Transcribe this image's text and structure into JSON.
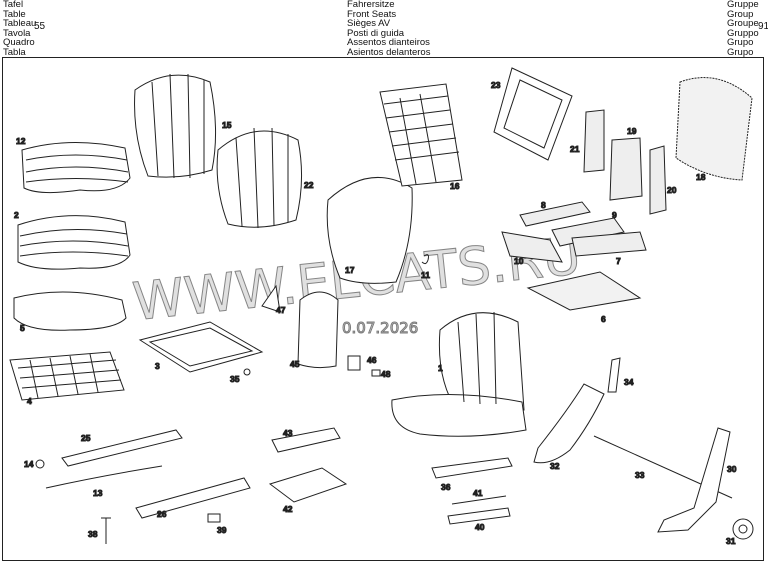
{
  "header": {
    "col1": [
      "Tafel",
      "Table",
      "Tableau",
      "Tavola",
      "Quadro",
      "Tabla"
    ],
    "col2": [
      "Fahrersitze",
      "Front Seats",
      "Sièges AV",
      "Posti di guida",
      "Assentos dianteiros",
      "Asientos delanteros"
    ],
    "col3": [
      "Gruppe",
      "Group",
      "Groupe",
      "Gruppo",
      "Grupo",
      "Grupo"
    ],
    "table_number": "55",
    "group_number": "91"
  },
  "watermark": {
    "text": "WWW.ELCATS.RU",
    "date": "0.07.2026"
  },
  "parts": {
    "p1": "1",
    "p2": "2",
    "p3": "3",
    "p4": "4",
    "p5": "5",
    "p6": "6",
    "p7": "7",
    "p8": "8",
    "p9": "9",
    "p10": "10",
    "p11": "11",
    "p12": "12",
    "p13": "13",
    "p14": "14",
    "p15": "15",
    "p16": "16",
    "p17": "17",
    "p18": "18",
    "p19": "19",
    "p20": "20",
    "p21": "21",
    "p22": "22",
    "p23": "23",
    "p25": "25",
    "p26": "26",
    "p30": "30",
    "p31": "31",
    "p32": "32",
    "p33": "33",
    "p34": "34",
    "p35": "35",
    "p36": "36",
    "p38": "38",
    "p39": "39",
    "p40": "40",
    "p41": "41",
    "p42": "42",
    "p43": "43",
    "p45": "45",
    "p46": "46",
    "p47": "47",
    "p48": "48"
  }
}
